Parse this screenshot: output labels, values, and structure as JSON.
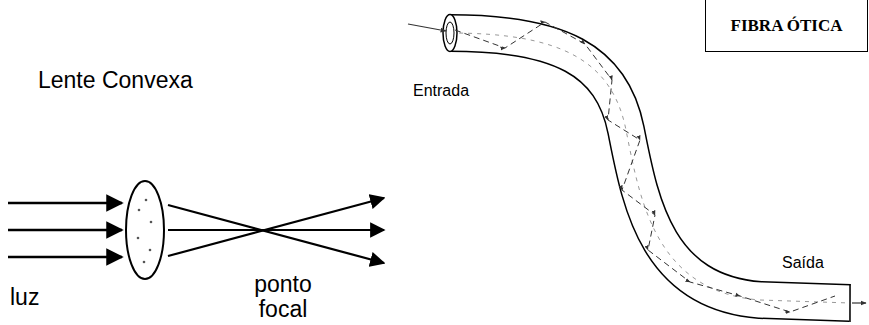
{
  "diagram": {
    "nodes": [
      {
        "text": [
          "FIBRA ÓTICA"
        ]
      }
    ],
    "labels": [
      "Lente Convexa",
      "luz",
      "ponto focal",
      "Entrada",
      "Saída"
    ]
  }
}
